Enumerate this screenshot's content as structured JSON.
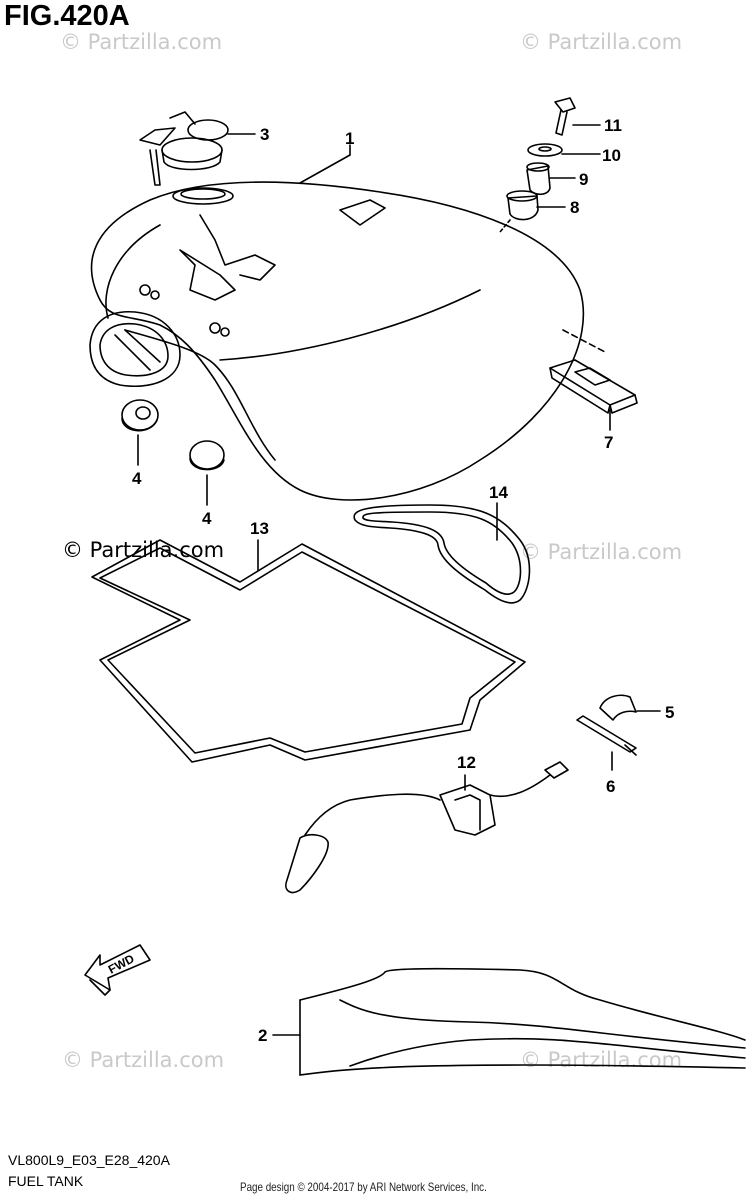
{
  "figure": {
    "title": "FIG.420A"
  },
  "watermark": {
    "text": "© Partzilla.com",
    "color": "#c9c9c9"
  },
  "callouts": {
    "c1": "1",
    "c2": "2",
    "c3": "3",
    "c4a": "4",
    "c4b": "4",
    "c5": "5",
    "c6": "6",
    "c7": "7",
    "c8": "8",
    "c9": "9",
    "c10": "10",
    "c11": "11",
    "c12": "12",
    "c13": "13",
    "c14": "14"
  },
  "direction_arrow": {
    "label": "FWD"
  },
  "footer": {
    "code": "VL800L9_E03_E28_420A",
    "name": "FUEL TANK",
    "credit": "Page design © 2004-2017 by ARI Network Services, Inc."
  }
}
